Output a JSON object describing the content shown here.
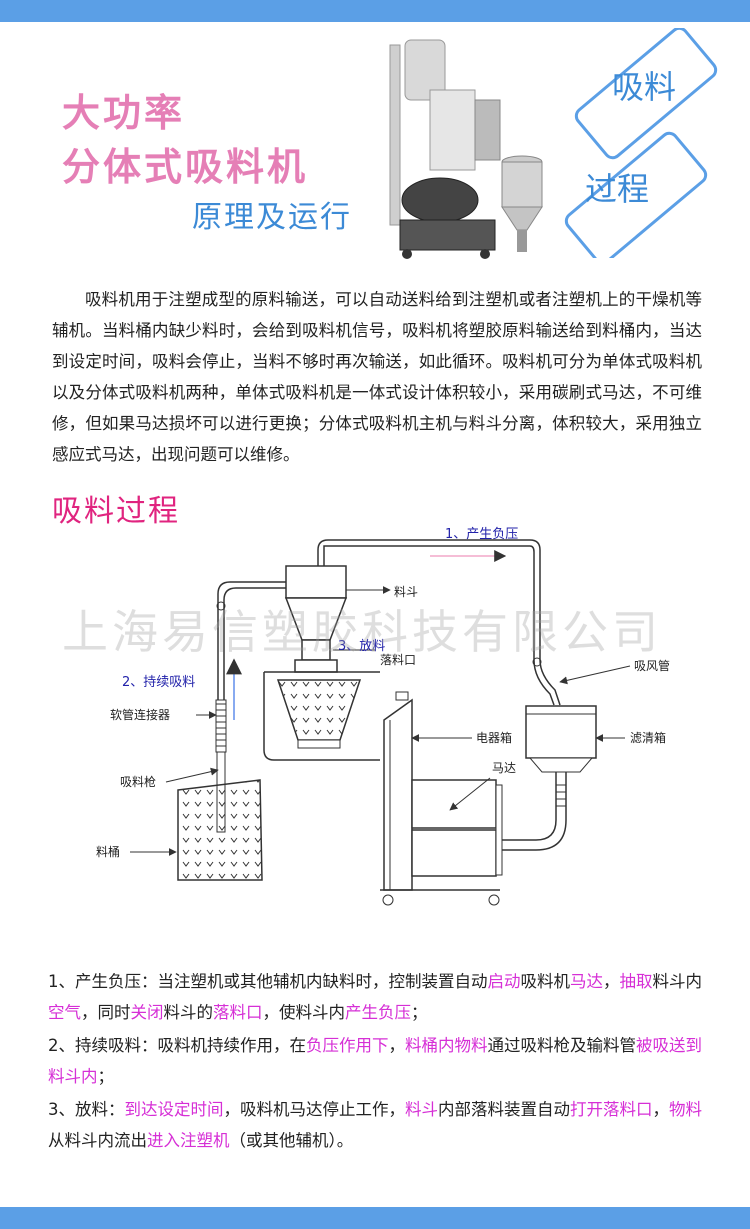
{
  "header": {
    "title_line1": "大功率",
    "title_line2": "分体式吸料机",
    "subtitle": "原理及运行",
    "badge_top": "吸料",
    "badge_bottom": "过程"
  },
  "intro": "吸料机用于注塑成型的原料输送，可以自动送料给到注塑机或者注塑机上的干燥机等辅机。当料桶内缺少料时，会给到吸料机信号，吸料机将塑胶原料输送给到料桶内，当达到设定时间，吸料会停止，当料不够时再次输送，如此循环。吸料机可分为单体式吸料机以及分体式吸料机两种，单体式吸料机是一体式设计体积较小，采用碳刷式马达，不可维修，但如果马达损坏可以进行更换；分体式吸料机主机与料斗分离，体积较大，采用独立感应式马达，出现问题可以维修。",
  "section_title": "吸料过程",
  "watermark": "上海易信塑胶科技有限公司",
  "diagram": {
    "step1": "1、产生负压",
    "step2": "2、持续吸料",
    "step3": "3、放料",
    "hopper": "料斗",
    "outlet": "落料口",
    "air_pipe": "吸风管",
    "filter_box": "滤清箱",
    "electric_box": "电器箱",
    "motor": "马达",
    "hose_connector": "软管连接器",
    "suction_gun": "吸料枪",
    "barrel": "料桶"
  },
  "steps": {
    "s1": [
      "1、产生负压：当注塑机或其他辅机内缺料时，控制装置自动",
      "启动",
      "吸料机",
      "马达",
      "，",
      "抽取",
      "料斗内",
      "空气",
      "，同时",
      "关闭",
      "料斗的",
      "落料口",
      "，使料斗内",
      "产生负压",
      "；"
    ],
    "s2": [
      "2、持续吸料：吸料机持续作用，在",
      "负压作用下",
      "，",
      "料桶内物料",
      "通过吸料枪及输料管",
      "被吸送到料斗内",
      "；"
    ],
    "s3": [
      "3、放料：",
      "到达设定时间",
      "，吸料机马达停止工作，",
      "料斗",
      "内部落料装置自动",
      "打开落料口",
      "，",
      "物料",
      "从料斗内流出",
      "进入注塑机",
      "（或其他辅机）。"
    ]
  }
}
